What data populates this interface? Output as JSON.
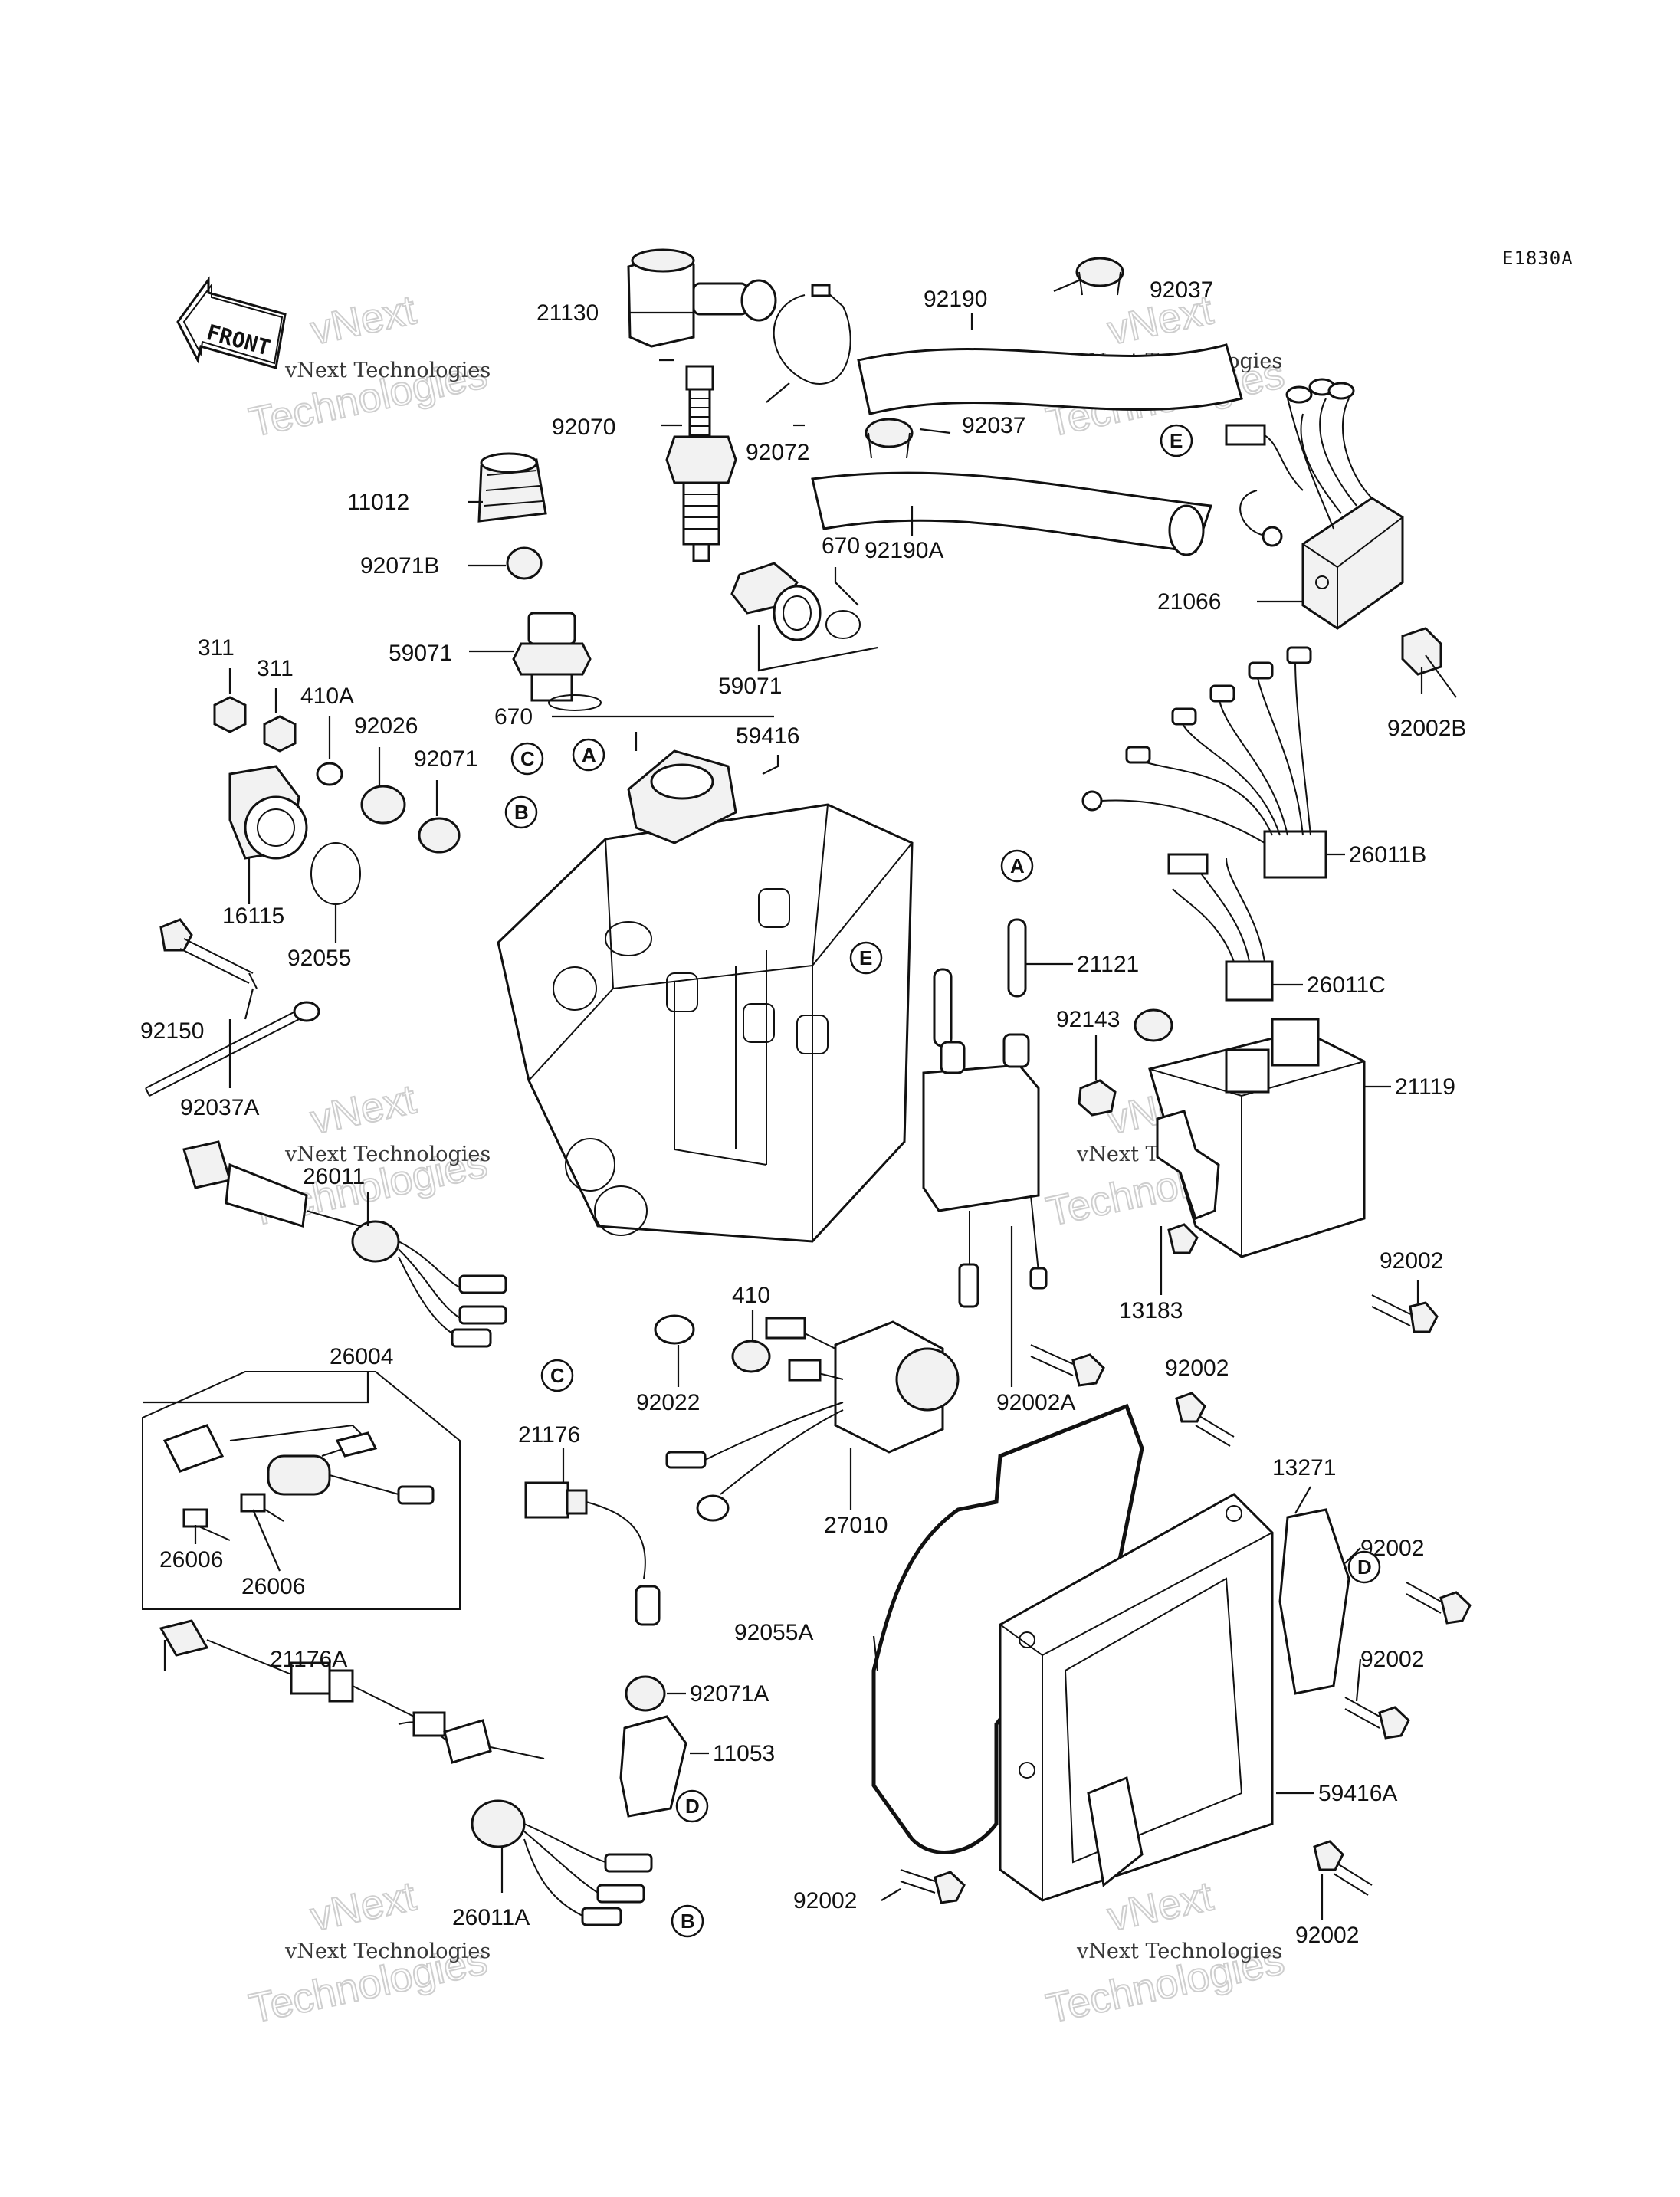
{
  "diagram": {
    "code": "E1830A",
    "front_label": "FRONT",
    "watermark": {
      "line1": "vNext Technologies",
      "line2": "Technologies",
      "line3": "vNext"
    },
    "parts": {
      "p21130": "21130",
      "p92070": "92070",
      "p11012": "11012",
      "p92071B": "92071B",
      "p59071a": "59071",
      "p92072": "92072",
      "p92190": "92190",
      "p92037a": "92037",
      "p92037b": "92037",
      "p92190A": "92190A",
      "p670a": "670",
      "p59071b": "59071",
      "p21066": "21066",
      "p92002B": "92002B",
      "p311a": "311",
      "p311b": "311",
      "p410A": "410A",
      "p92026": "92026",
      "p670b": "670",
      "p59416": "59416",
      "p92071": "92071",
      "p16115": "16115",
      "p92055": "92055",
      "p92150": "92150",
      "p92037A": "92037A",
      "p26011B": "26011B",
      "p21121": "21121",
      "p26011C": "26011C",
      "p92143": "92143",
      "p21119": "21119",
      "p92002a": "92002",
      "p13183": "13183",
      "p26011": "26011",
      "p26004": "26004",
      "p26006a": "26006",
      "p26006b": "26006",
      "p410": "410",
      "p92022": "92022",
      "p92002A": "92002A",
      "p21176": "21176",
      "p27010": "27010",
      "p92002b": "92002",
      "p13271": "13271",
      "p92002c": "92002",
      "p92055A": "92055A",
      "p92002d": "92002",
      "p21176A": "21176A",
      "p92071A": "92071A",
      "p11053": "11053",
      "p59416A": "59416A",
      "p92002e": "92002",
      "p26011A": "26011A",
      "p92002f": "92002"
    },
    "callouts": {
      "A": "A",
      "B": "B",
      "C": "C",
      "D": "D",
      "E": "E"
    }
  }
}
